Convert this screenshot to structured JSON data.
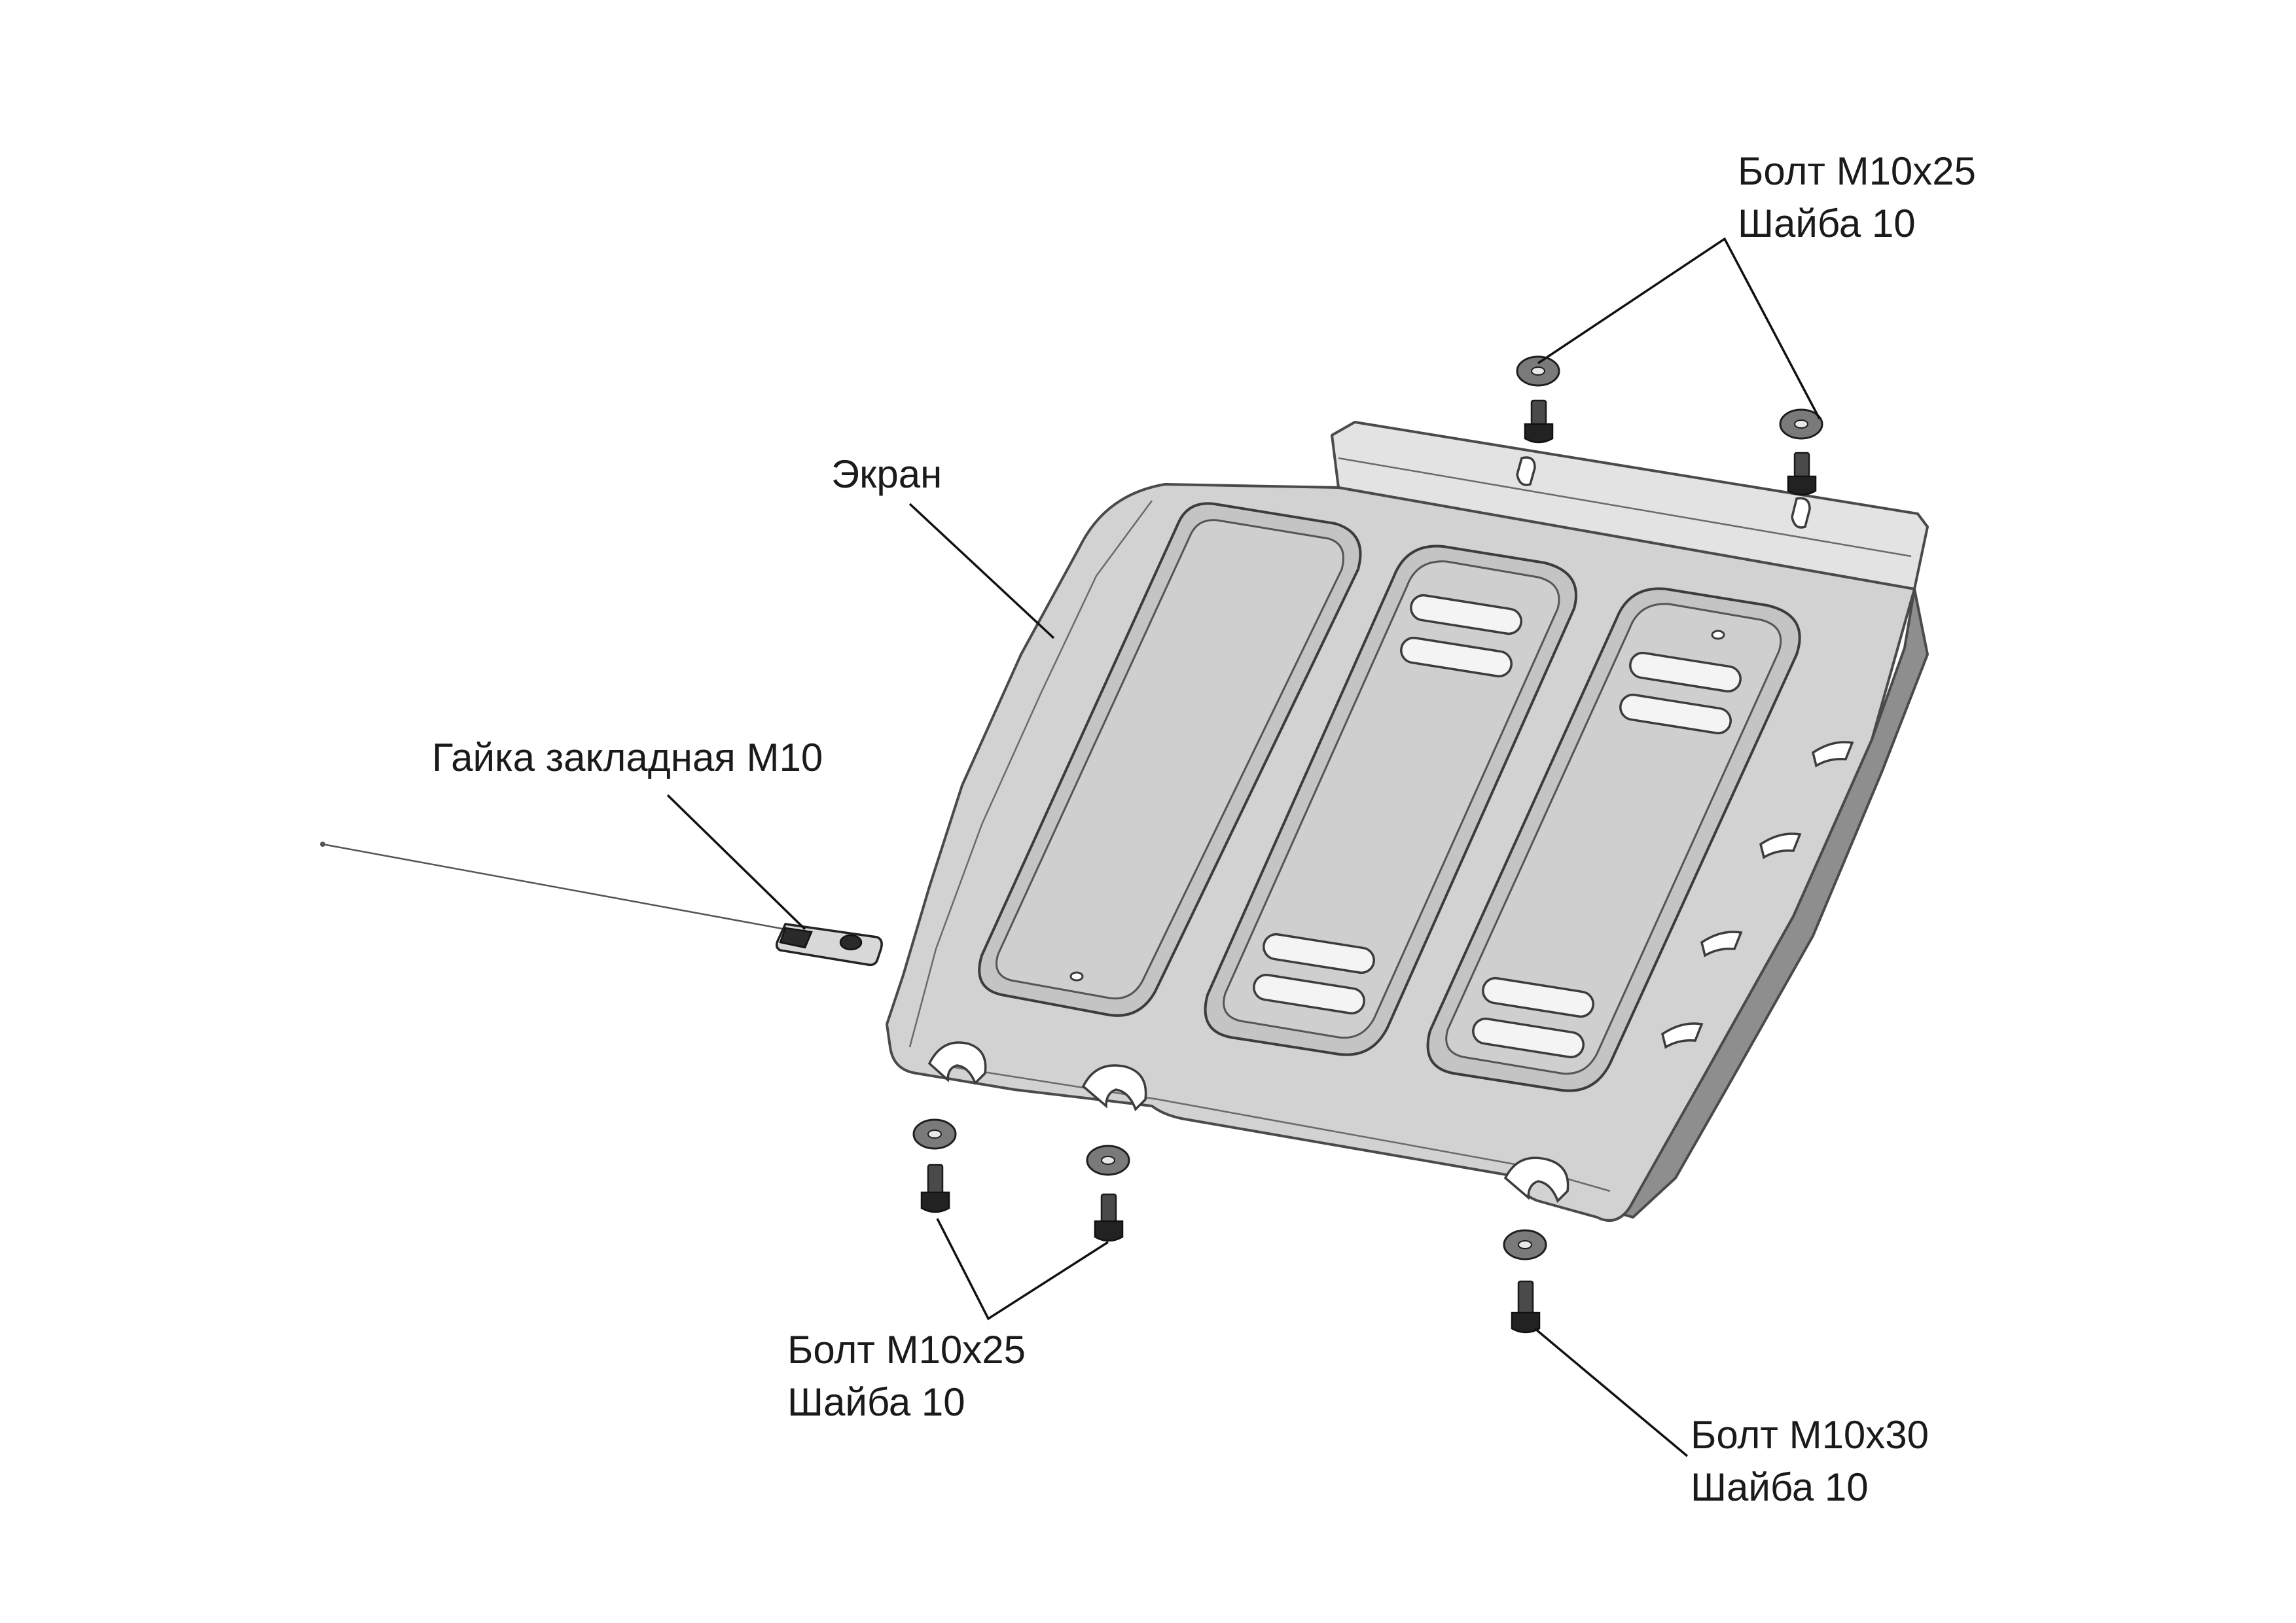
{
  "labels": {
    "top_right": {
      "line1": "Болт М10х25",
      "line2": "Шайба 10"
    },
    "screen": "Экран",
    "nut": "Гайка закладная М10",
    "bottom_left": {
      "line1": "Болт М10х25",
      "line2": "Шайба 10"
    },
    "bottom_right": {
      "line1": "Болт М10х30",
      "line2": "Шайба 10"
    }
  }
}
